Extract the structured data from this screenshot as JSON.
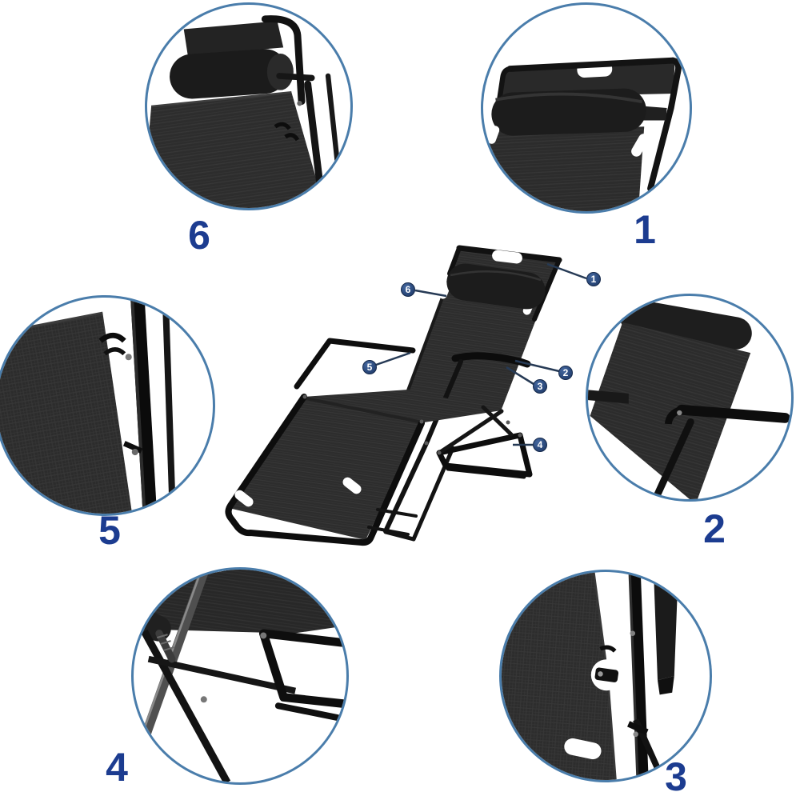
{
  "figure": {
    "description": "Annotated product diagram of a black folding reclining lounge chair with six numbered feature callouts, each linked to a magnified circular detail view",
    "background_color": "#ffffff"
  },
  "style": {
    "detail_circle_border_color": "#4a7dab",
    "callout_number_color": "#1c3c90",
    "marker_fill_color": "#2c4b7e",
    "marker_text_color": "#ffffff",
    "leader_line_color": "#263a55",
    "chair_frame_color": "#111111",
    "chair_fabric_color": "#2d2d2d"
  },
  "markers": [
    {
      "label": "1"
    },
    {
      "label": "2"
    },
    {
      "label": "3"
    },
    {
      "label": "4"
    },
    {
      "label": "5"
    },
    {
      "label": "6"
    }
  ],
  "details": [
    {
      "label": "1",
      "position": "top-right",
      "depicts": "headrest pillow strapped to backrest top with carry-handle cutout"
    },
    {
      "label": "2",
      "position": "middle-right",
      "depicts": "armrest and support tube seen from behind the backrest"
    },
    {
      "label": "3",
      "position": "bottom-right",
      "depicts": "fabric edge notch clipped onto side frame joint"
    },
    {
      "label": "4",
      "position": "bottom-left",
      "depicts": "folding rear leg frame and crossed support struts"
    },
    {
      "label": "5",
      "position": "middle-left",
      "depicts": "fabric corner hooked onto side frame tube"
    },
    {
      "label": "6",
      "position": "top-left",
      "depicts": "chair folded flat with pillow roll and stacked frame"
    }
  ]
}
